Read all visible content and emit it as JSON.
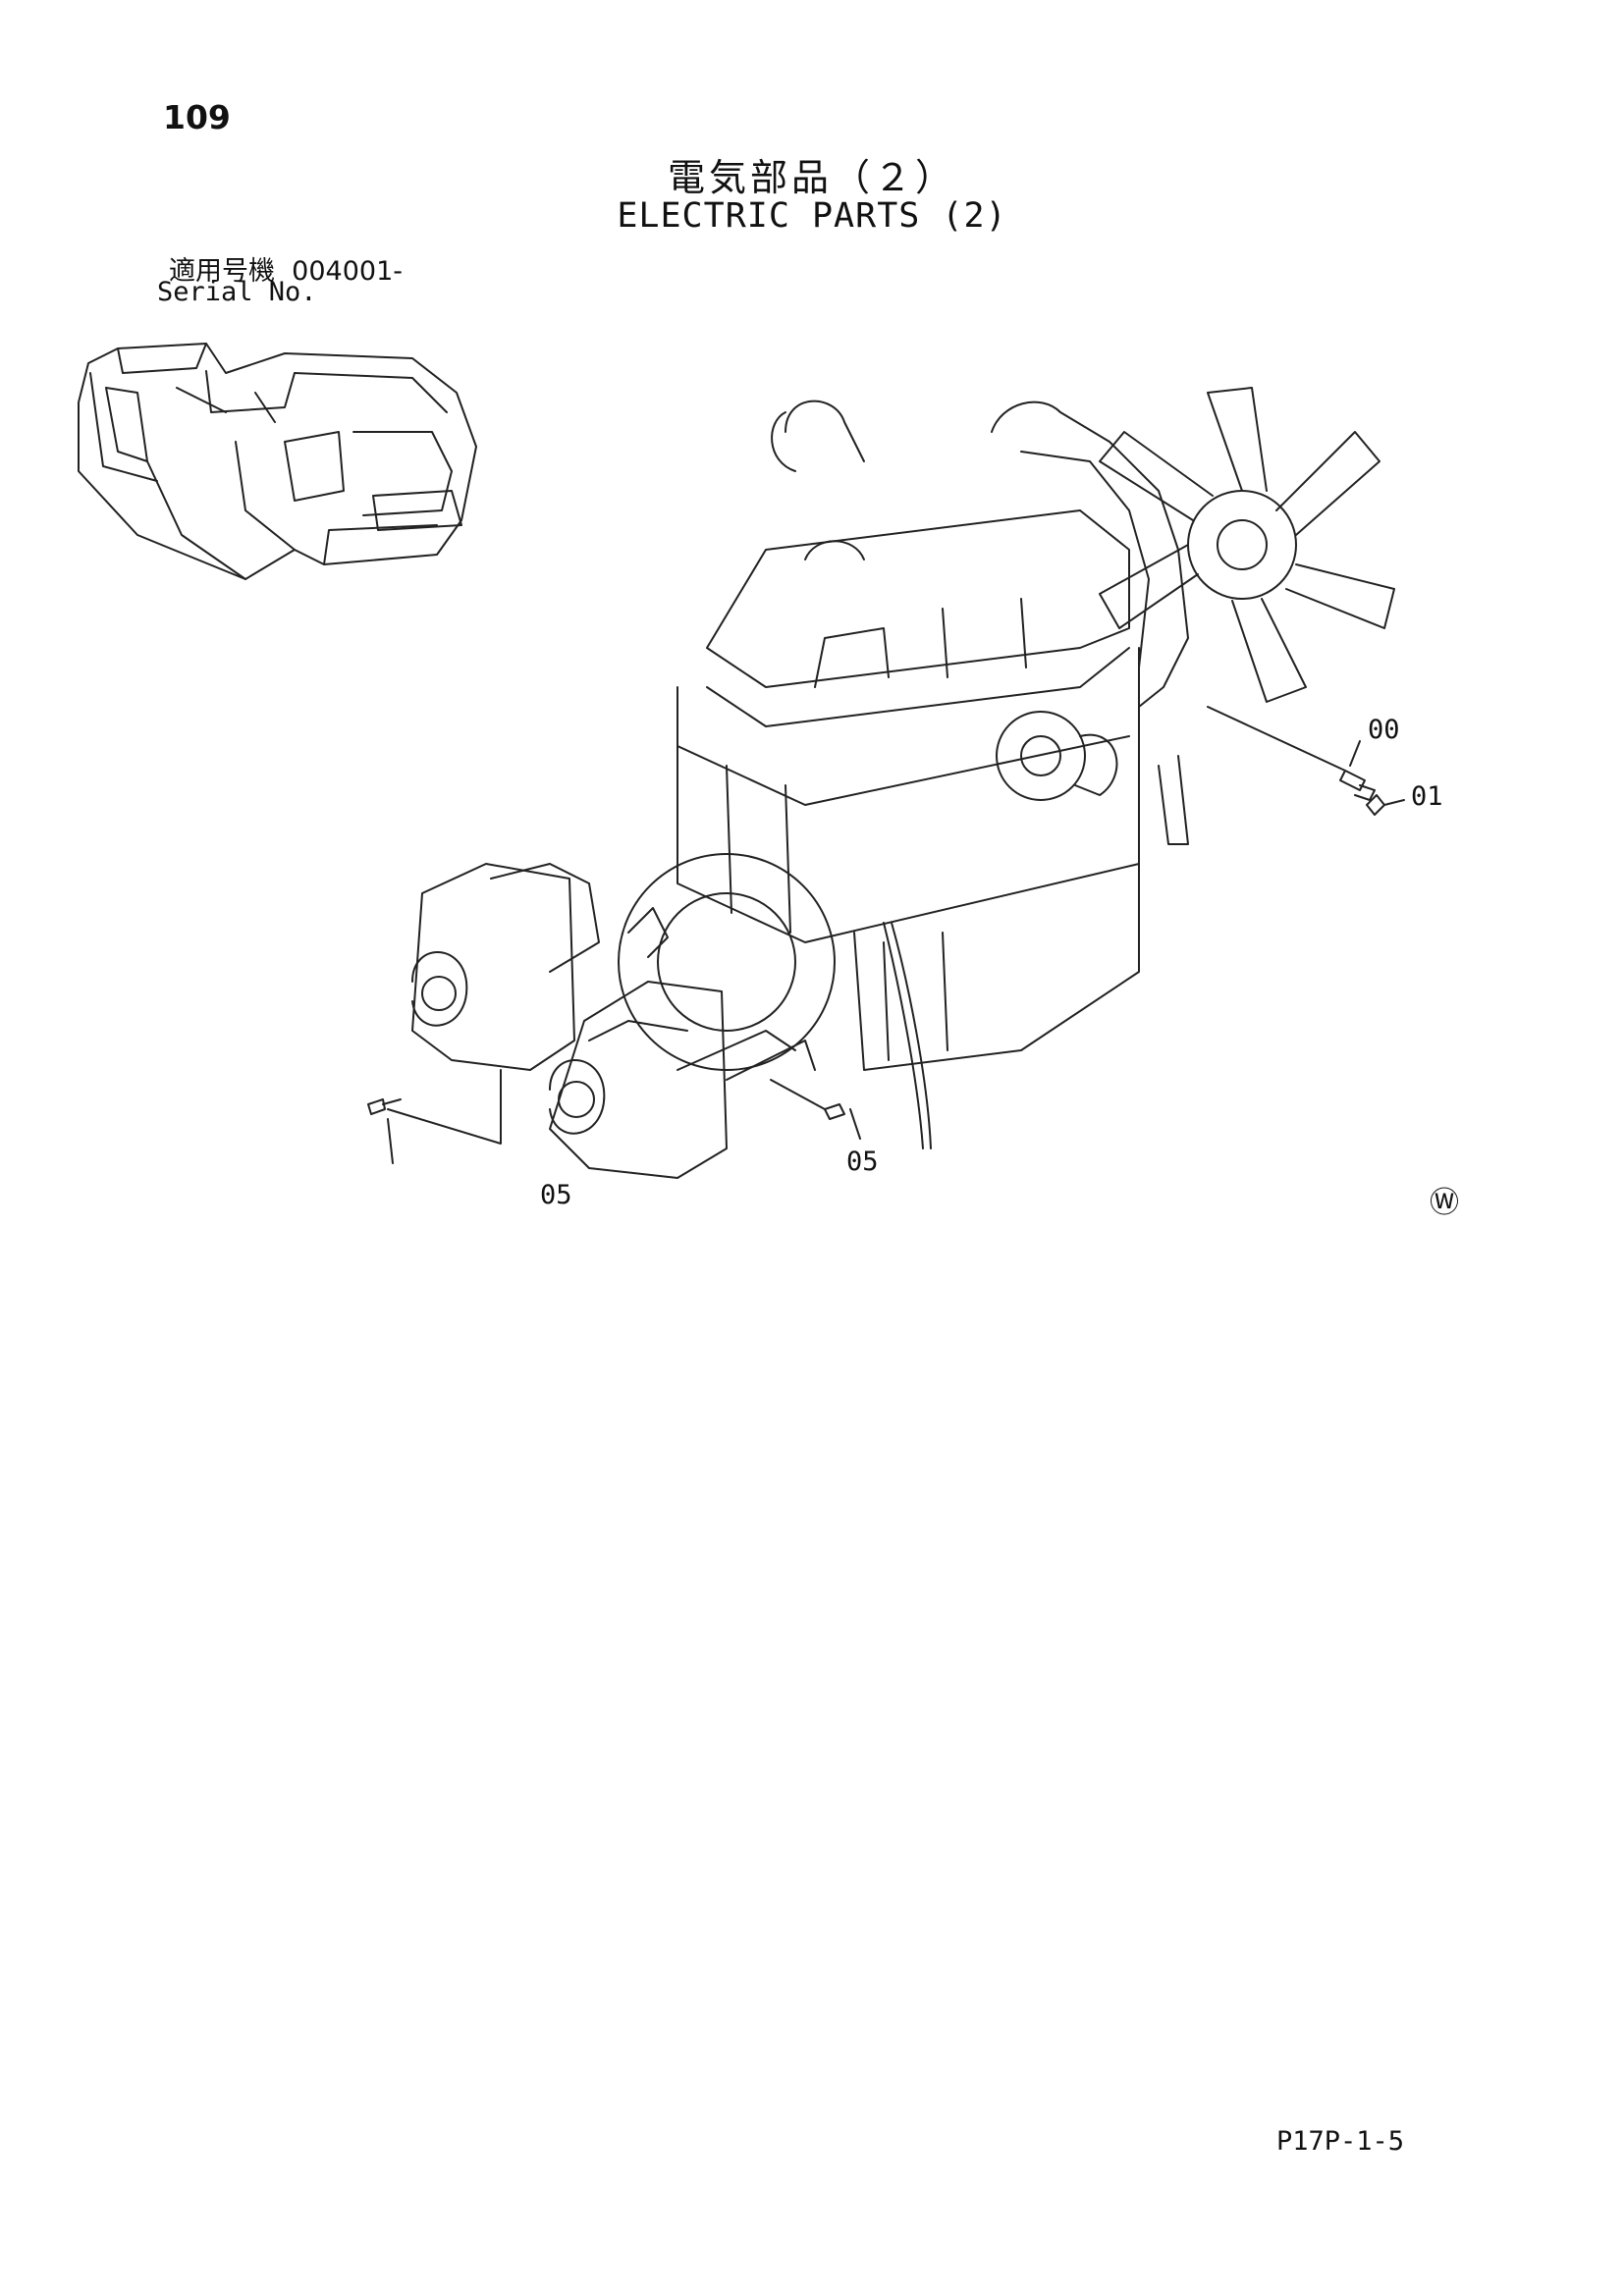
{
  "header": {
    "page_number": "109",
    "title_jp": "電気部品（２）",
    "title_en": "ELECTRIC PARTS (2)",
    "serial_label_jp": "適用号機",
    "serial_value": "004001-",
    "serial_label_en": "Serial No."
  },
  "callouts": [
    {
      "label": "00"
    },
    {
      "label": "01"
    },
    {
      "label": "05"
    },
    {
      "label": "05"
    }
  ],
  "footer": {
    "mark": "Ⓦ",
    "doc_code": "P17P-1-5"
  }
}
